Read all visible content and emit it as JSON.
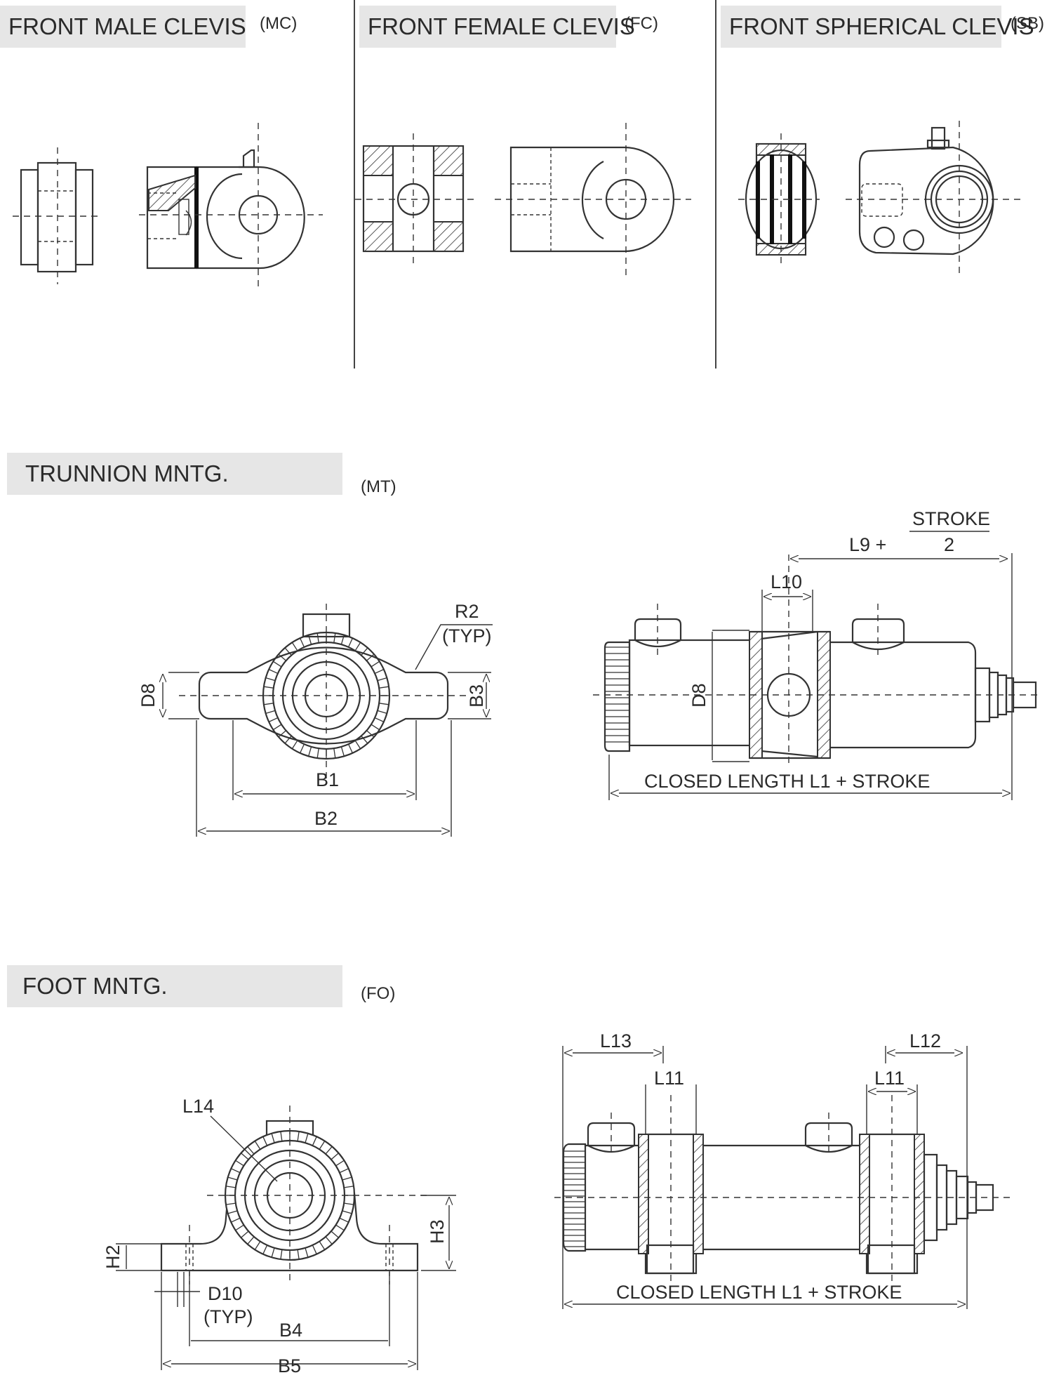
{
  "sections": {
    "male_clevis": {
      "title": "FRONT MALE CLEVIS",
      "code": "(MC)"
    },
    "female_clevis": {
      "title": "FRONT FEMALE CLEVIS",
      "code": "(FC)"
    },
    "spherical_clevis": {
      "title": "FRONT SPHERICAL CLEVIS",
      "code": "(SB)"
    },
    "trunnion": {
      "title": "TRUNNION MNTG.",
      "code": "(MT)"
    },
    "foot": {
      "title": "FOOT MNTG.",
      "code": "(FO)"
    }
  },
  "trunnion_dims": {
    "r2": "R2",
    "typ": "(TYP)",
    "d8": "D8",
    "b3": "B3",
    "b1": "B1",
    "b2": "B2",
    "l9": "L9 +",
    "stroke": "STROKE",
    "two": "2",
    "l10": "L10",
    "d8_side": "D8",
    "closed_length": "CLOSED LENGTH L1 + STROKE"
  },
  "foot_dims": {
    "l14": "L14",
    "h2": "H2",
    "h3": "H3",
    "d10": "D10",
    "typ": "(TYP)",
    "b4": "B4",
    "b5": "B5",
    "l13": "L13",
    "l12": "L12",
    "l11_left": "L11",
    "l11_right": "L11",
    "closed_length": "CLOSED LENGTH L1 + STROKE"
  }
}
